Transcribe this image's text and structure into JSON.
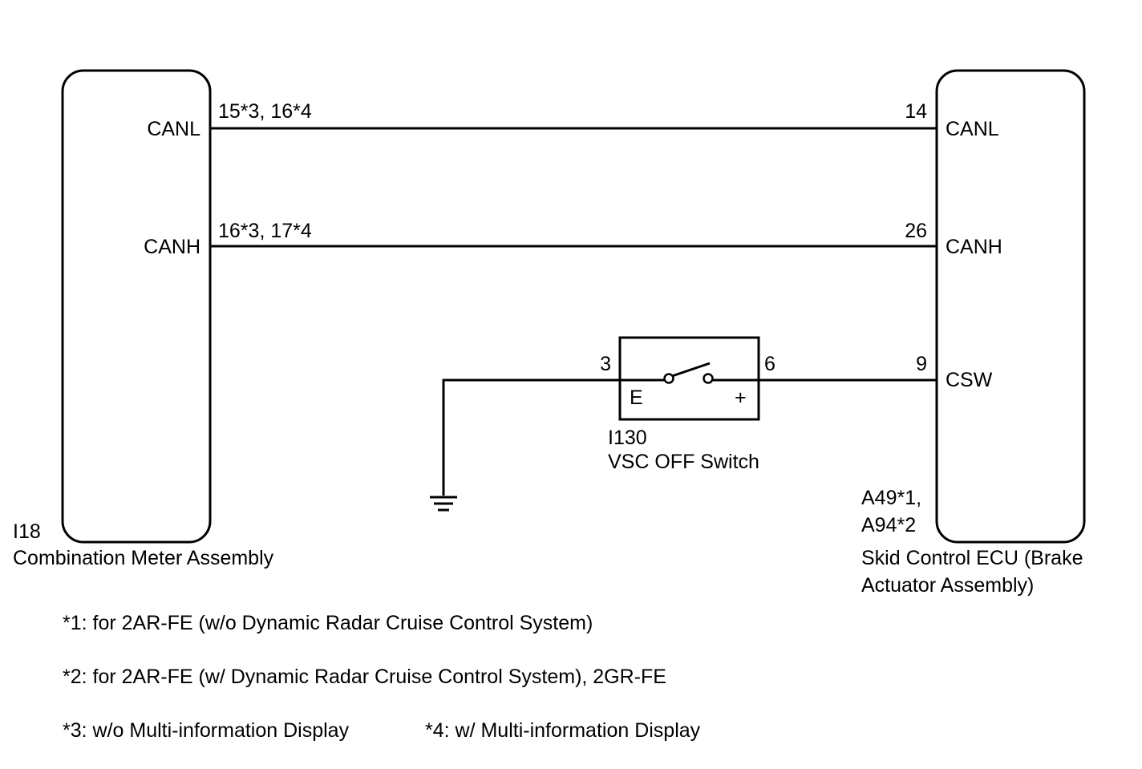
{
  "left_component": {
    "code": "I18",
    "name": "Combination Meter Assembly",
    "pins": {
      "canl": "CANL",
      "canh": "CANH"
    },
    "pin_numbers": {
      "canl": "15*3, 16*4",
      "canh": "16*3, 17*4"
    }
  },
  "right_component": {
    "code_line1": "A49*1,",
    "code_line2": "A94*2",
    "name_line1": "Skid Control ECU (Brake",
    "name_line2": "Actuator Assembly)",
    "pins": {
      "canl": "CANL",
      "canh": "CANH",
      "csw": "CSW"
    },
    "pin_numbers": {
      "canl": "14",
      "canh": "26",
      "csw": "9"
    }
  },
  "switch": {
    "code": "I130",
    "name": "VSC OFF Switch",
    "pin_left": "3",
    "pin_right": "6",
    "terminal_left": "E",
    "terminal_right": "+"
  },
  "footnotes": {
    "note1": "*1: for 2AR-FE (w/o Dynamic Radar Cruise Control System)",
    "note2": "*2: for 2AR-FE (w/ Dynamic Radar Cruise Control System), 2GR-FE",
    "note3": "*3: w/o Multi-information Display",
    "note4": "*4: w/ Multi-information Display"
  }
}
